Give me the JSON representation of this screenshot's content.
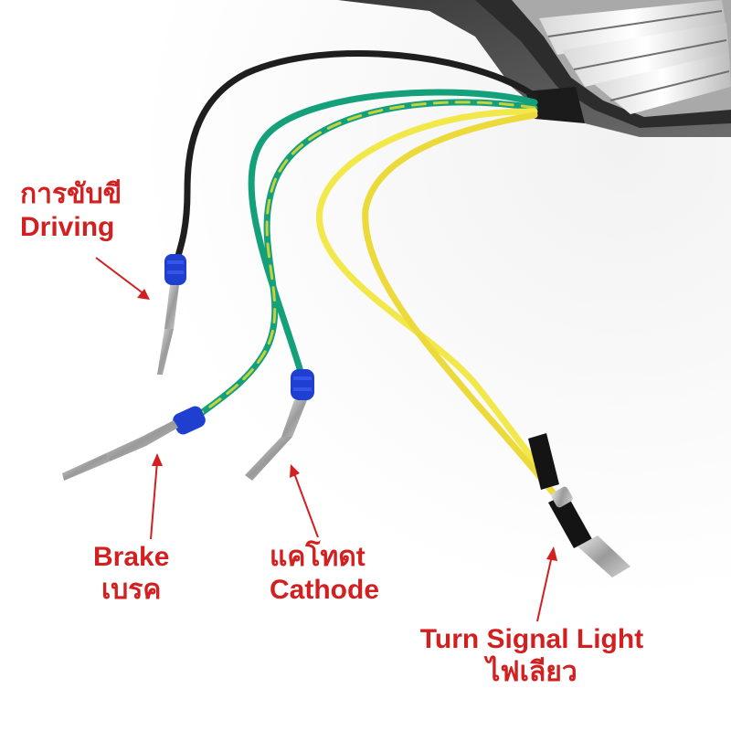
{
  "labels": {
    "driving": {
      "thai": "การขับขี",
      "english": "Driving"
    },
    "brake": {
      "english": "Brake",
      "thai": "เบรค"
    },
    "cathode": {
      "thai": "แคโทดt",
      "english": "Cathode"
    },
    "turn_signal": {
      "english": "Turn Signal Light",
      "thai": "ไฟเลียว"
    }
  },
  "colors": {
    "label_text": "#d21f1f",
    "arrow": "#d21f1f",
    "wire_black": "#1e1e1e",
    "wire_green": "#13a07a",
    "wire_green_yellow": "#a8c63c",
    "wire_yellow": "#f2e84a",
    "seal_blue": "#1f3fd0",
    "lamp_housing": "#5a5a5a"
  }
}
